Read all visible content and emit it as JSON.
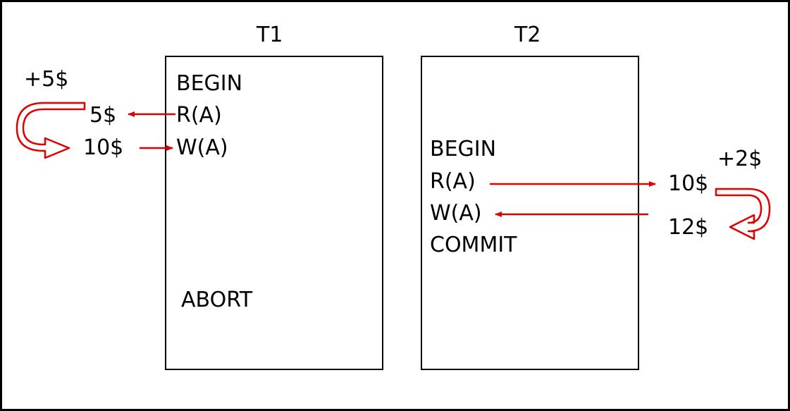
{
  "t1": {
    "title": "T1",
    "steps": [
      "BEGIN",
      "R(A)",
      "W(A)",
      "ABORT"
    ],
    "delta": "+5$",
    "read_value": "5$",
    "write_value": "10$"
  },
  "t2": {
    "title": "T2",
    "steps": [
      "BEGIN",
      "R(A)",
      "W(A)",
      "COMMIT"
    ],
    "delta": "+2$",
    "read_value": "10$",
    "write_value": "12$"
  },
  "colors": {
    "arrow": "#e00000",
    "box": "#000000"
  }
}
